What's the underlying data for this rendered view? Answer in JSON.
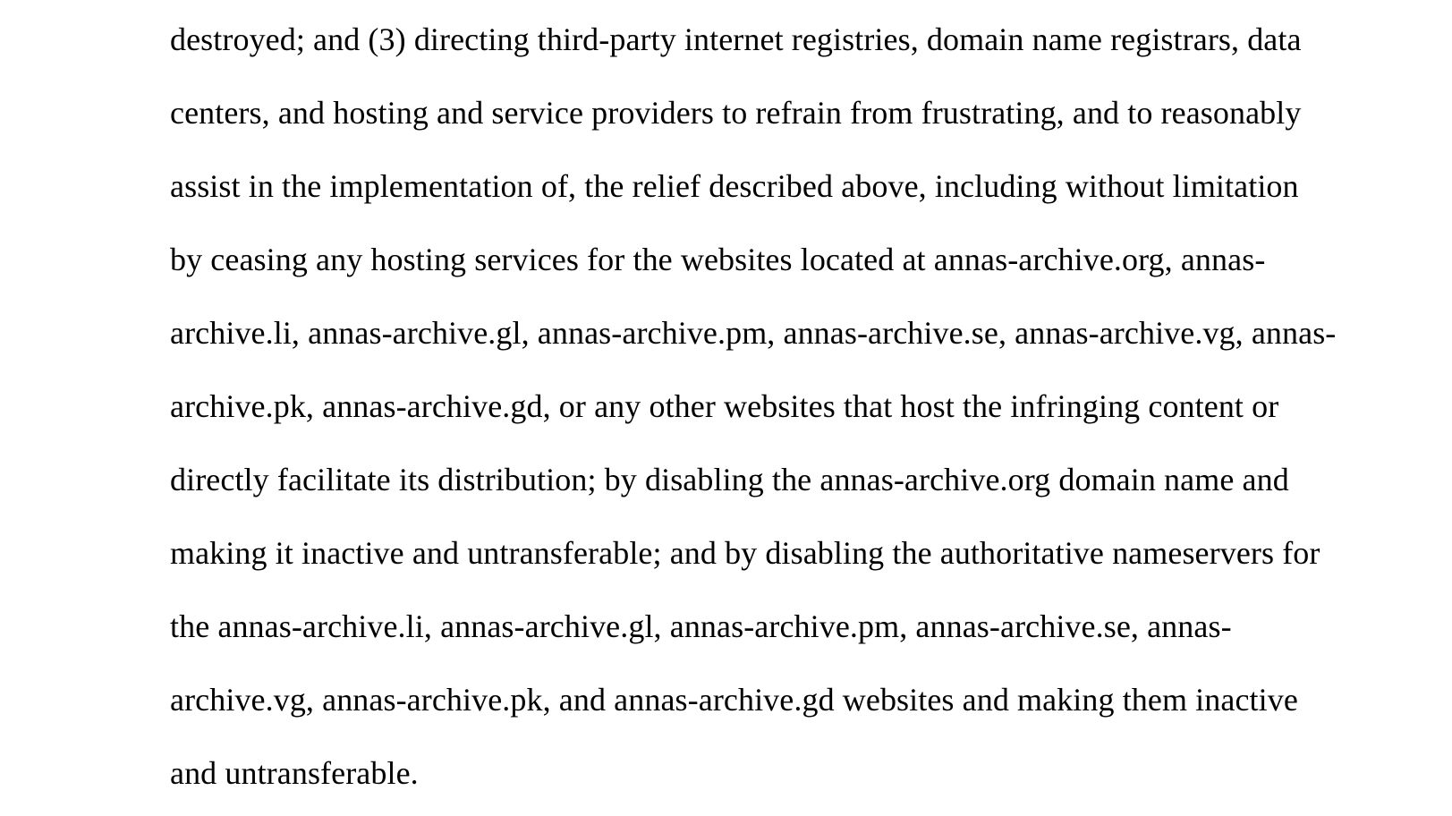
{
  "page": {
    "background_color": "#ffffff",
    "text_color": "#000000",
    "kind": "legal-document-excerpt"
  },
  "document": {
    "lines": [
      "destroyed; and (3) directing third-party internet registries, domain name registrars, data",
      "centers, and hosting and service providers to refrain from frustrating, and to reasonably",
      "assist in the implementation of, the relief described above, including without limitation",
      "by ceasing any hosting services for the websites located at annas-archive.org, annas-",
      "archive.li, annas-archive.gl, annas-archive.pm, annas-archive.se, annas-archive.vg, annas-",
      "archive.pk, annas-archive.gd, or any other websites that host the infringing content or",
      "directly facilitate its distribution; by disabling the annas-archive.org domain name and",
      "making it inactive and untransferable; and by disabling the authoritative nameservers for",
      "the annas-archive.li, annas-archive.gl, annas-archive.pm, annas-archive.se, annas-",
      "archive.vg, annas-archive.pk, and annas-archive.gd websites and making them inactive",
      "and untransferable."
    ]
  }
}
